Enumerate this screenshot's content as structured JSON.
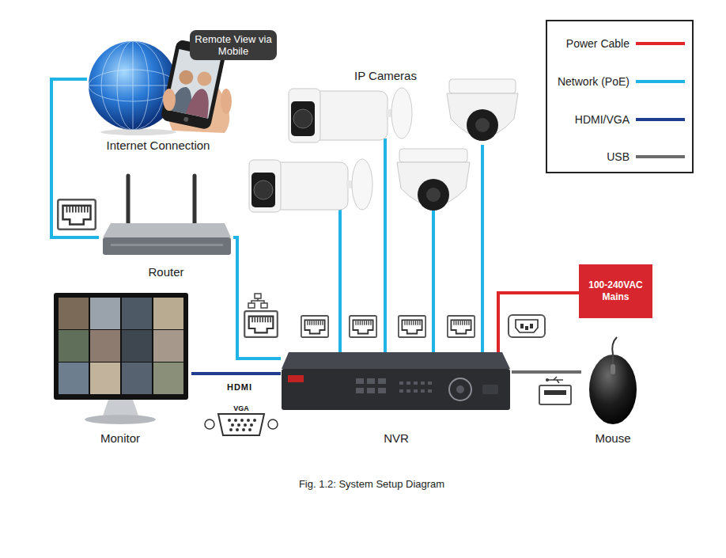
{
  "diagram": {
    "caption": "Fig. 1.2: System Setup Diagram",
    "nodes": [
      {
        "text": [
          "Internet Connection"
        ]
      },
      {
        "text": [
          "Remote View via Mobile"
        ],
        "in": 0
      },
      {
        "text": [
          "IP Cameras"
        ]
      },
      {
        "text": [
          "Router"
        ]
      },
      {
        "text": [
          "100-240VAC Mains"
        ]
      },
      {
        "text": [
          "Monitor"
        ]
      },
      {
        "text": [
          "NVR"
        ]
      },
      {
        "text": [
          "Mouse"
        ]
      }
    ],
    "edges": [
      {
        "from": 0,
        "to": 3,
        "arrow": "none"
      },
      {
        "from": 3,
        "to": 6,
        "arrow": "none"
      },
      {
        "from": 2,
        "to": 6,
        "arrow": "none"
      },
      {
        "from": 2,
        "to": 6,
        "arrow": "none"
      },
      {
        "from": 2,
        "to": 6,
        "arrow": "none"
      },
      {
        "from": 2,
        "to": 6,
        "arrow": "none"
      },
      {
        "from": 4,
        "to": 6,
        "arrow": "none"
      },
      {
        "from": 6,
        "to": 5,
        "arrow": "none"
      },
      {
        "from": 6,
        "to": 7,
        "arrow": "none"
      }
    ],
    "labels": [
      "HDMI",
      "VGA"
    ],
    "legend": [
      {
        "text": "Power Cable",
        "color": "#e0262b"
      },
      {
        "text": "Network (PoE)",
        "color": "#1fb3e6"
      },
      {
        "text": "HDMI/VGA",
        "color": "#1e3d8f"
      },
      {
        "text": "USB",
        "color": "#6b6b6b"
      }
    ]
  }
}
